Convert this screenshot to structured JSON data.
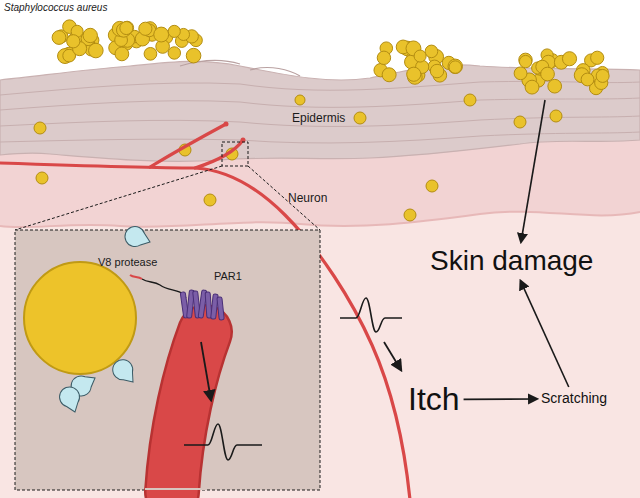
{
  "diagram": {
    "nodes": [
      {
        "text": [
          "Skin damage"
        ]
      },
      {
        "text": [
          "Itch"
        ]
      },
      {
        "text": [
          "Scratching"
        ]
      }
    ],
    "edges": [
      {
        "from": 1,
        "to": 2,
        "arrow": "to"
      },
      {
        "from": 2,
        "to": 0,
        "arrow": "to"
      }
    ],
    "labels": [
      "Staphylococcus aureus",
      "Epidermis",
      "Neuron",
      "V8 protease",
      "PAR1"
    ]
  }
}
